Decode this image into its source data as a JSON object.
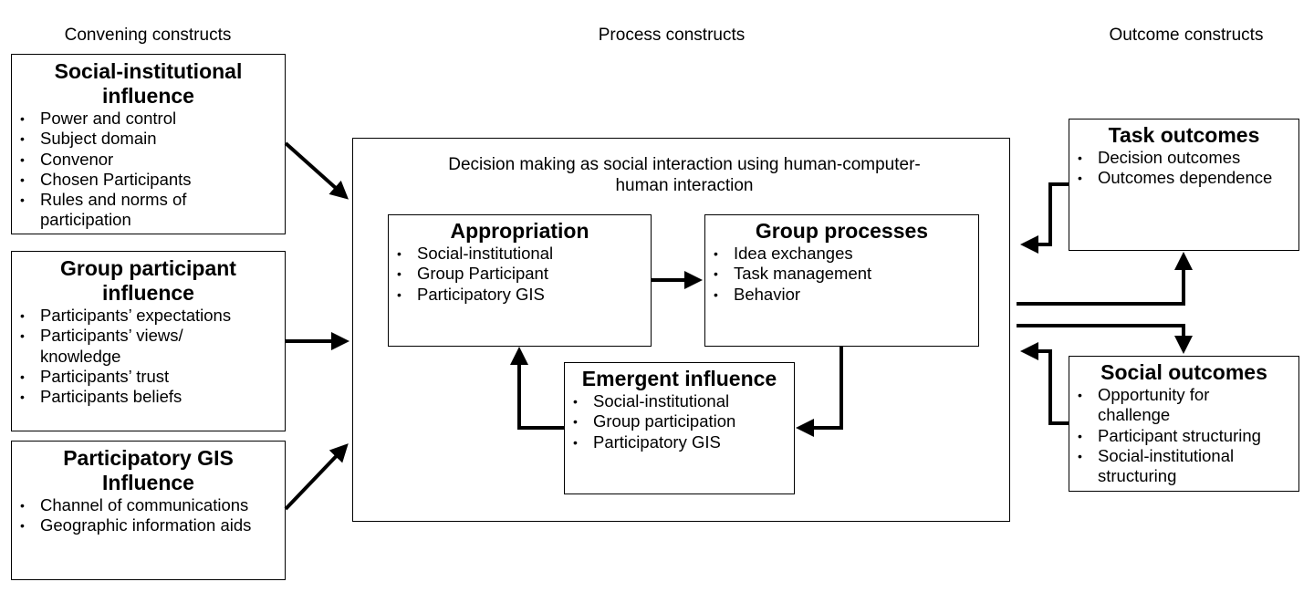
{
  "columns": {
    "convening": "Convening constructs",
    "process": "Process constructs",
    "outcome": "Outcome constructs"
  },
  "social_institutional": {
    "title": "Social-institutional influence",
    "items": [
      "Power and control",
      "Subject domain",
      "Convenor",
      "Chosen Participants",
      "Rules and norms of participation"
    ]
  },
  "group_participant": {
    "title": "Group participant influence",
    "items": [
      "Participants’ expectations",
      "Participants’ views/ knowledge",
      "Participants’ trust",
      "Participants beliefs"
    ]
  },
  "participatory_gis": {
    "title": "Participatory GIS Influence",
    "items": [
      "Channel of communications",
      "Geographic information aids"
    ]
  },
  "process_box": {
    "title": "Decision making as social interaction using human-computer-human interaction"
  },
  "appropriation": {
    "title": "Appropriation",
    "items": [
      "Social-institutional",
      "Group Participant",
      "Participatory GIS"
    ]
  },
  "group_processes": {
    "title": "Group processes",
    "items": [
      "Idea exchanges",
      "Task management",
      "Behavior"
    ]
  },
  "emergent_influence": {
    "title": "Emergent influence",
    "items": [
      "Social-institutional",
      "Group participation",
      "Participatory GIS"
    ]
  },
  "task_outcomes": {
    "title": "Task outcomes",
    "items": [
      "Decision outcomes",
      "Outcomes dependence"
    ]
  },
  "social_outcomes": {
    "title": "Social outcomes",
    "items": [
      "Opportunity for challenge",
      "Participant structuring",
      "Social-institutional structuring"
    ]
  },
  "arrow_color": "#000000"
}
